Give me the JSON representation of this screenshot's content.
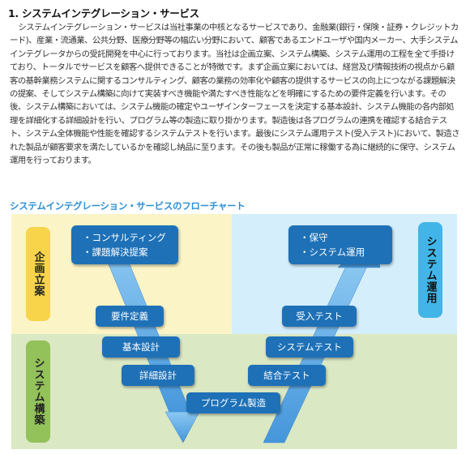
{
  "section": {
    "heading": "1. システムインテグレーション・サービス",
    "paragraph": "システムインテグレーション・サービスは当社事業の中核となるサービスであり、金融業(銀行・保険・証券・クレジットカード)、産業・流通業、公共分野、医療分野等の幅広い分野において、顧客であるエンドユーザや国内メーカー、大手システムインテグレータからの受託開発を中心に行っております。当社は企画立案、システム構築、システム運用の工程を全て手掛けており、トータルでサービスを顧客へ提供できることが特徴です。まず企画立案においては、経営及び情報技術の視点から顧客の基幹業務システムに関するコンサルティング、顧客の業務の効率化や顧客の提供するサービスの向上につながる課題解決の提案、そしてシステム構築に向けて実装すべき機能や満たすべき性能などを明確にするための要件定義を行います。その後、システム構築においては、システム機能の確定やユーザインターフェースを決定する基本設計、システム機能の各内部処理を詳細化する詳細設計を行い、プログラム等の製造に取り掛かります。製造後は各プログラムの連携を確認する結合テスト、システム全体機能や性能を確認するシステムテストを行います。最後にシステム運用テスト(受入テスト)において、製造された製品が顧客要求を満たしているかを確認し納品に至ります。その後も製品が正常に稼働する為に継続的に保守、システム運用を行っております。"
  },
  "flowchart": {
    "title": "システムインテグレーション・サービスのフローチャート",
    "phases": {
      "planning": "企画立案",
      "operation": "システム運用",
      "construction": "システム構築"
    },
    "planning_items": [
      "・コンサルティング",
      "・課題解決提案"
    ],
    "operation_items": [
      "・保守",
      "・システム運用"
    ],
    "steps": {
      "requirements": "要件定義",
      "basic_design": "基本設計",
      "detailed_design": "詳細設計",
      "programming": "プログラム製造",
      "integration_test": "結合テスト",
      "system_test": "システムテスト",
      "acceptance_test": "受入テスト"
    },
    "colors": {
      "planning_bg": "#fbf4c6",
      "operation_bg": "#d4eefb",
      "construction_bg": "#dbe8c4",
      "node": "#1e71b7",
      "arrow": "#5aa9e6",
      "label_yellow": "#f7d44a",
      "label_blue": "#41b5e8",
      "label_green": "#93c15a"
    }
  }
}
